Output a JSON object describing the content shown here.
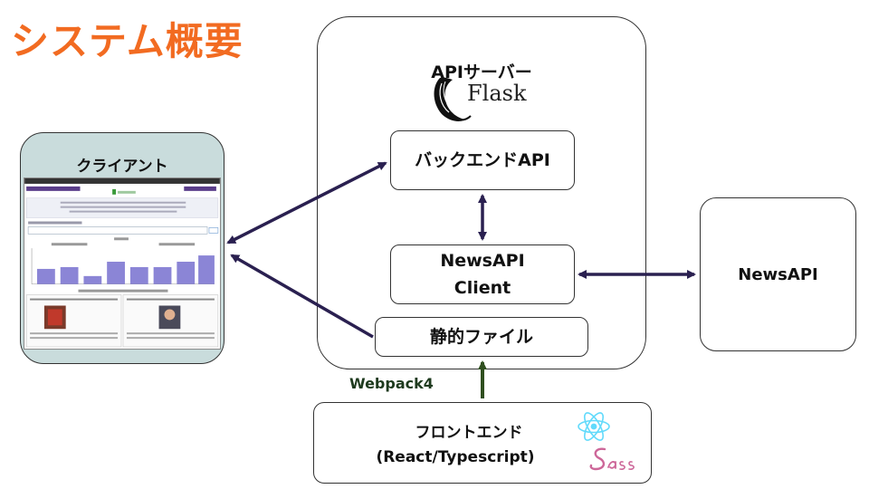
{
  "title": "システム概要",
  "server": {
    "label": "APIサーバー",
    "flask_label": "Flask",
    "backend_label": "バックエンドAPI",
    "newsapi_client_line1": "NewsAPI",
    "newsapi_client_line2": "Client",
    "static_label": "静的ファイル"
  },
  "client": {
    "label": "クライアント"
  },
  "newsapi": {
    "label": "NewsAPI"
  },
  "frontend": {
    "line1": "フロントエンド",
    "line2": "(React/Typescript)",
    "react_icon": "react-icon",
    "sass_icon": "sass-icon"
  },
  "webpack": {
    "label": "Webpack4"
  },
  "colors": {
    "title": "#f26b21",
    "arrow": "#2a2050",
    "webpack_arrow": "#2f4f1f",
    "client_bg": "#c9dcdc",
    "bar": "#8b85d6"
  }
}
